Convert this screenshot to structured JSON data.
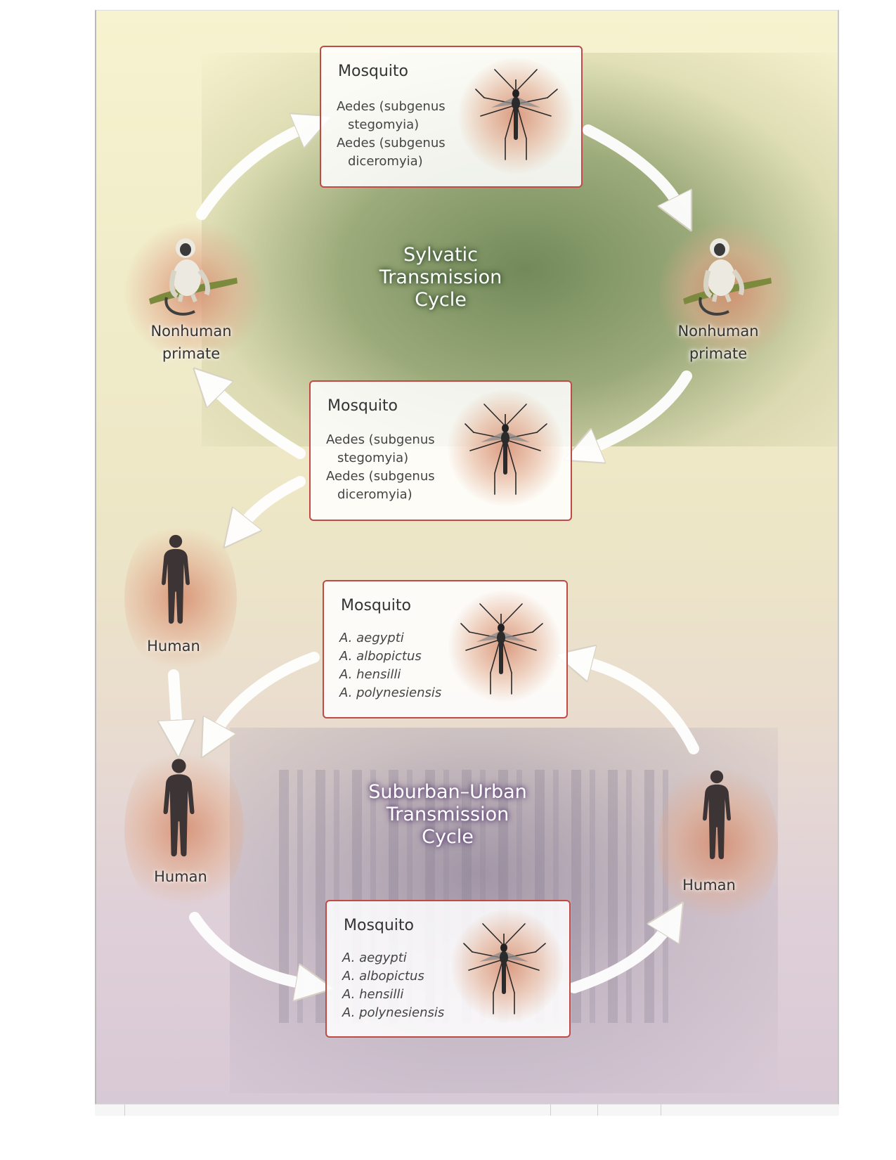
{
  "colors": {
    "box_border": "#c24a44",
    "arrow_fill": "#ffffff",
    "silhouette": "#3d3535",
    "monkey_fur": "#eceae0",
    "branch": "#7c8a3e",
    "sylvatic_title_shadow": "#2f4a2a",
    "urban_title_shadow": "#5a3d73"
  },
  "sylvatic": {
    "title_lines": [
      "Sylvatic",
      "Transmission",
      "Cycle"
    ],
    "primate_left_lines": [
      "Nonhuman",
      "primate"
    ],
    "primate_right_lines": [
      "Nonhuman",
      "primate"
    ],
    "mosquito_top": {
      "title": "Mosquito",
      "lines": [
        "Aedes (subgenus",
        "stegomyia)",
        "Aedes (subgenus",
        "diceromyia)"
      ]
    },
    "mosquito_middle": {
      "title": "Mosquito",
      "lines": [
        "Aedes (subgenus",
        "stegomyia)",
        "Aedes (subgenus",
        "diceromyia)"
      ]
    }
  },
  "urban": {
    "title_lines": [
      "Suburban–Urban",
      "Transmission",
      "Cycle"
    ],
    "human_upper_left": "Human",
    "human_lower_left": "Human",
    "human_right": "Human",
    "mosquito_upper": {
      "title": "Mosquito",
      "species": [
        "A. aegypti",
        "A. albopictus",
        "A. hensilli",
        "A. polynesiensis"
      ]
    },
    "mosquito_lower": {
      "title": "Mosquito",
      "species": [
        "A. aegypti",
        "A. albopictus",
        "A. hensilli",
        "A. polynesiensis"
      ]
    }
  },
  "icons": {
    "mosquito": "mosquito-icon",
    "monkey": "monkey-icon",
    "human": "human-silhouette-icon",
    "arrow": "curved-arrow"
  }
}
